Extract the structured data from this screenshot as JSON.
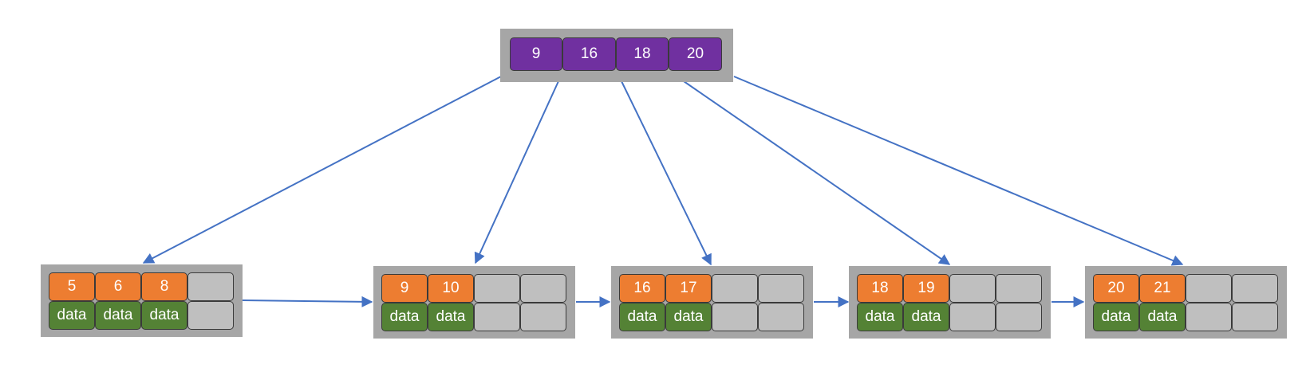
{
  "colors": {
    "root_key": "#7030a0",
    "leaf_key": "#ed7d31",
    "data": "#548235",
    "empty": "#bfbfbf",
    "node_frame": "#a6a6a6",
    "arrow": "#4472c4"
  },
  "root": {
    "keys": [
      "9",
      "16",
      "18",
      "20"
    ]
  },
  "leaves": [
    {
      "keys": [
        "5",
        "6",
        "8",
        ""
      ],
      "data": [
        "data",
        "data",
        "data",
        ""
      ]
    },
    {
      "keys": [
        "9",
        "10",
        "",
        ""
      ],
      "data": [
        "data",
        "data",
        "",
        ""
      ]
    },
    {
      "keys": [
        "16",
        "17",
        "",
        ""
      ],
      "data": [
        "data",
        "data",
        "",
        ""
      ]
    },
    {
      "keys": [
        "18",
        "19",
        "",
        ""
      ],
      "data": [
        "data",
        "data",
        "",
        ""
      ]
    },
    {
      "keys": [
        "20",
        "21",
        "",
        ""
      ],
      "data": [
        "data",
        "data",
        "",
        ""
      ]
    }
  ]
}
